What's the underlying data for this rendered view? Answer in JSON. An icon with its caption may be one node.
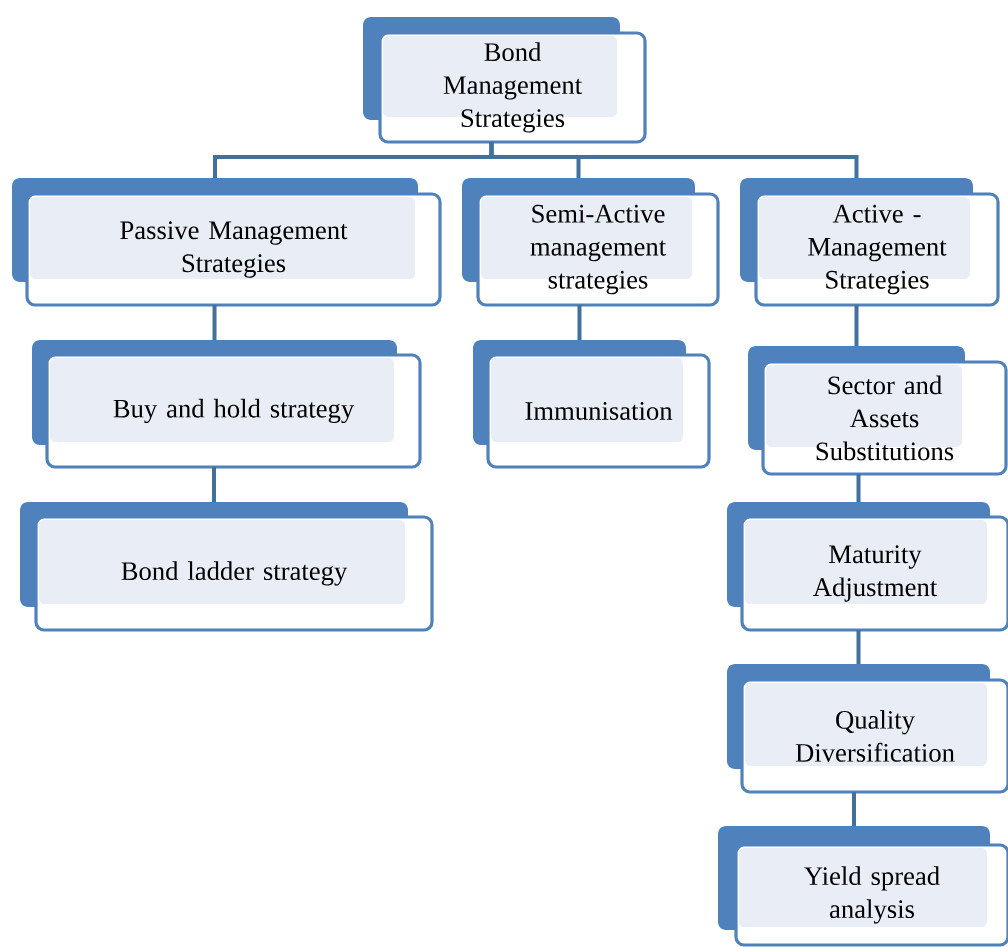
{
  "diagram": {
    "nodes": [
      {
        "text": [
          "Bond Management Strategies"
        ]
      },
      {
        "text": [
          "Passive Management Strategies"
        ]
      },
      {
        "text": [
          "Semi-Active management strategies"
        ]
      },
      {
        "text": [
          "Active - Management Strategies"
        ]
      },
      {
        "text": [
          "Buy and hold strategy"
        ]
      },
      {
        "text": [
          "Immunisation"
        ]
      },
      {
        "text": [
          "Sector and Assets Substitutions"
        ]
      },
      {
        "text": [
          "Bond ladder strategy"
        ]
      },
      {
        "text": [
          "Maturity Adjustment"
        ]
      },
      {
        "text": [
          "Quality Diversification"
        ]
      },
      {
        "text": [
          "Yield spread analysis"
        ]
      }
    ],
    "edges": [
      {
        "from": 0,
        "to": 1,
        "arrow": "none"
      },
      {
        "from": 0,
        "to": 2,
        "arrow": "none"
      },
      {
        "from": 0,
        "to": 3,
        "arrow": "none"
      },
      {
        "from": 1,
        "to": 4,
        "arrow": "none"
      },
      {
        "from": 4,
        "to": 7,
        "arrow": "none"
      },
      {
        "from": 2,
        "to": 5,
        "arrow": "none"
      },
      {
        "from": 3,
        "to": 6,
        "arrow": "none"
      },
      {
        "from": 6,
        "to": 8,
        "arrow": "none"
      },
      {
        "from": 8,
        "to": 9,
        "arrow": "none"
      },
      {
        "from": 9,
        "to": 10,
        "arrow": "none"
      }
    ]
  }
}
